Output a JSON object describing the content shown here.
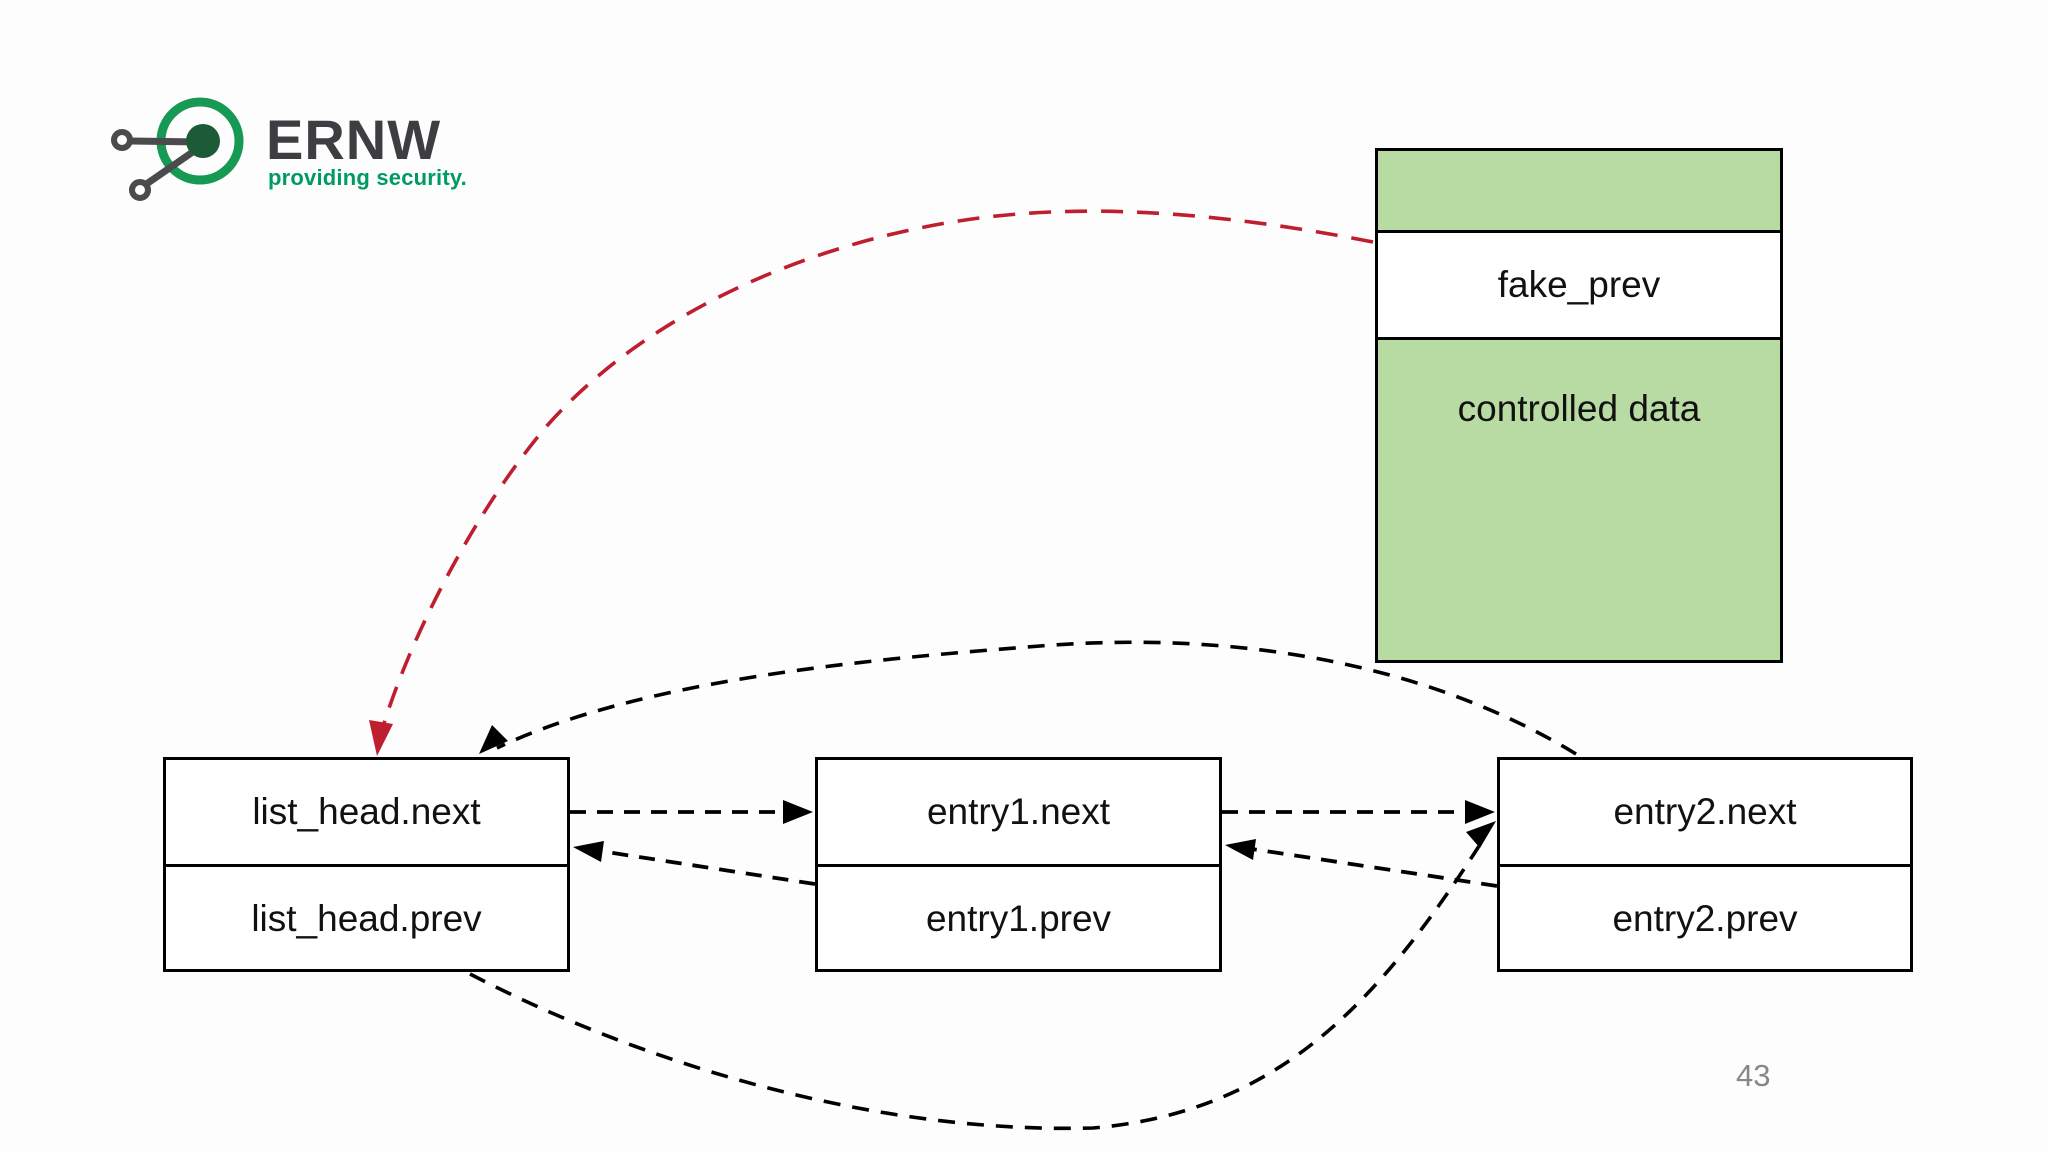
{
  "page": {
    "background_color": "#fdfdfd",
    "page_number": "43"
  },
  "logo": {
    "brand": "ERNW",
    "tagline": "providing security.",
    "brand_color": "#3d3e42",
    "tagline_color": "#009b61",
    "ring_color": "#169a53",
    "core_color": "#1c5b36",
    "link_color": "#4b4b4d"
  },
  "fake_chunk": {
    "fill_color": "#b7dba2",
    "pointer_label": "fake_prev",
    "data_label": "controlled data"
  },
  "nodes": [
    {
      "next_label": "list_head.next",
      "prev_label": "list_head.prev"
    },
    {
      "next_label": "entry1.next",
      "prev_label": "entry1.prev"
    },
    {
      "next_label": "entry2.next",
      "prev_label": "entry2.prev"
    }
  ],
  "edges": {
    "fake_prev_to_list_head": {
      "color": "#bf1e2e",
      "style": "dashed"
    },
    "entry2_next_to_list_head": {
      "color": "#000000",
      "style": "dashed"
    },
    "list_head_next_to_entry1": {
      "color": "#000000",
      "style": "dashed"
    },
    "entry1_next_to_entry2": {
      "color": "#000000",
      "style": "dashed"
    },
    "entry1_prev_to_list_head": {
      "color": "#000000",
      "style": "dashed"
    },
    "entry2_prev_to_entry1": {
      "color": "#000000",
      "style": "dashed"
    },
    "list_head_prev_to_entry2_next": {
      "color": "#000000",
      "style": "dashed"
    }
  }
}
